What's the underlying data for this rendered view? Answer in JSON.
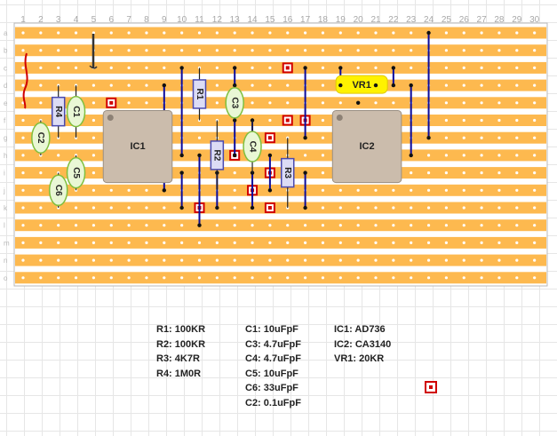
{
  "board": {
    "columns": [
      "1",
      "2",
      "3",
      "4",
      "5",
      "6",
      "7",
      "8",
      "9",
      "10",
      "11",
      "12",
      "13",
      "14",
      "15",
      "16",
      "17",
      "18",
      "19",
      "20",
      "21",
      "22",
      "23",
      "24",
      "25",
      "26",
      "27",
      "28",
      "29",
      "30"
    ],
    "rows": [
      "a",
      "b",
      "c",
      "d",
      "e",
      "f",
      "g",
      "h",
      "i",
      "j",
      "k",
      "l",
      "m",
      "n",
      "o"
    ],
    "strip_color": "#fdb94f",
    "hole_color": "#ffffff",
    "cut_color": "#d00000",
    "link_color": "#0b0b9c"
  },
  "components": {
    "resistors": [
      {
        "label": "R4",
        "col": 3,
        "from_row": 4,
        "to_row": 7
      },
      {
        "label": "R1",
        "col": 11,
        "from_row": 3,
        "to_row": 6
      },
      {
        "label": "R2",
        "col": 12,
        "from_row": 6,
        "to_row": 10
      },
      {
        "label": "R3",
        "col": 16,
        "from_row": 7,
        "to_row": 11
      }
    ],
    "capacitors": [
      {
        "label": "C1",
        "col": 4,
        "from_row": 4,
        "to_row": 7
      },
      {
        "label": "C2",
        "col": 2,
        "from_row": 6,
        "to_row": 8
      },
      {
        "label": "C3",
        "col": 13,
        "from_row": 4,
        "to_row": 6
      },
      {
        "label": "C4",
        "col": 14,
        "from_row": 6,
        "to_row": 9
      },
      {
        "label": "C5",
        "col": 4,
        "from_row": 8,
        "to_row": 10
      },
      {
        "label": "C6",
        "col": 3,
        "from_row": 9,
        "to_row": 11
      }
    ],
    "ics": [
      {
        "label": "IC1",
        "col": 6,
        "row": 6
      },
      {
        "label": "IC2",
        "col": 19,
        "row": 6
      }
    ],
    "trimmer": {
      "label": "VR1",
      "col": 20,
      "row": 4
    }
  },
  "bom": {
    "resistors": [
      "R1: 100KR",
      "R2: 100KR",
      "R3: 4K7R",
      "R4: 1M0R"
    ],
    "capacitors": [
      "C1: 10uFpF",
      "C3: 4.7uFpF",
      "C4: 4.7uFpF",
      "C5: 10uFpF",
      "C6: 33uFpF",
      "C2: 0.1uFpF"
    ],
    "actives": [
      "IC1: AD736",
      "IC2: CA3140",
      "VR1: 20KR"
    ]
  }
}
